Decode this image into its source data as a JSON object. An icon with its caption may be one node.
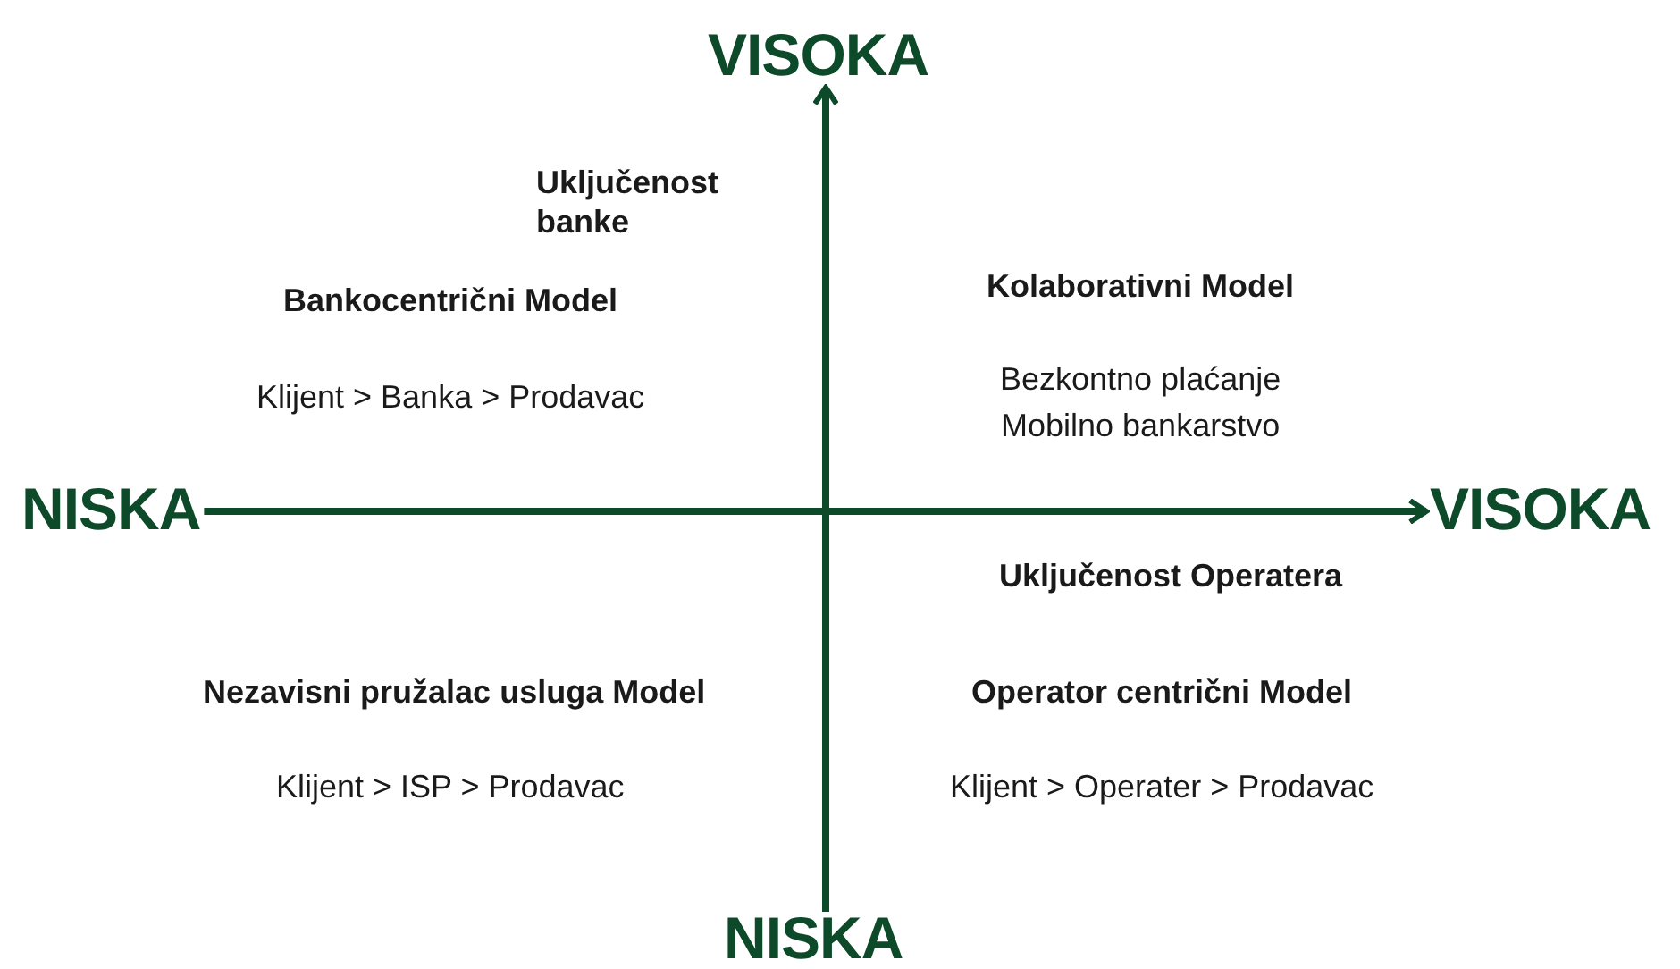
{
  "diagram": {
    "nodes": [
      {
        "text": [
          "VISOKA"
        ]
      },
      {
        "text": [
          "NISKA"
        ]
      },
      {
        "text": [
          "VISOKA"
        ]
      },
      {
        "text": [
          "NISKA"
        ]
      }
    ],
    "edges": [
      {
        "from": 3,
        "to": 0,
        "arrow": "to"
      },
      {
        "from": 1,
        "to": 2,
        "arrow": "to"
      }
    ],
    "labels": [
      "Uključenost banke",
      "Bankocentrični Model",
      "Kolaborativni Model",
      "Klijent > Banka > Prodavac",
      "Bezkontno plaćanje",
      "Mobilno bankarstvo",
      "Uključenost Operatera",
      "Nezavisni pružalac usluga Model",
      "Operator centrični Model",
      "Klijent > ISP > Prodavac",
      "Klijent > Operater > Prodavac"
    ]
  }
}
